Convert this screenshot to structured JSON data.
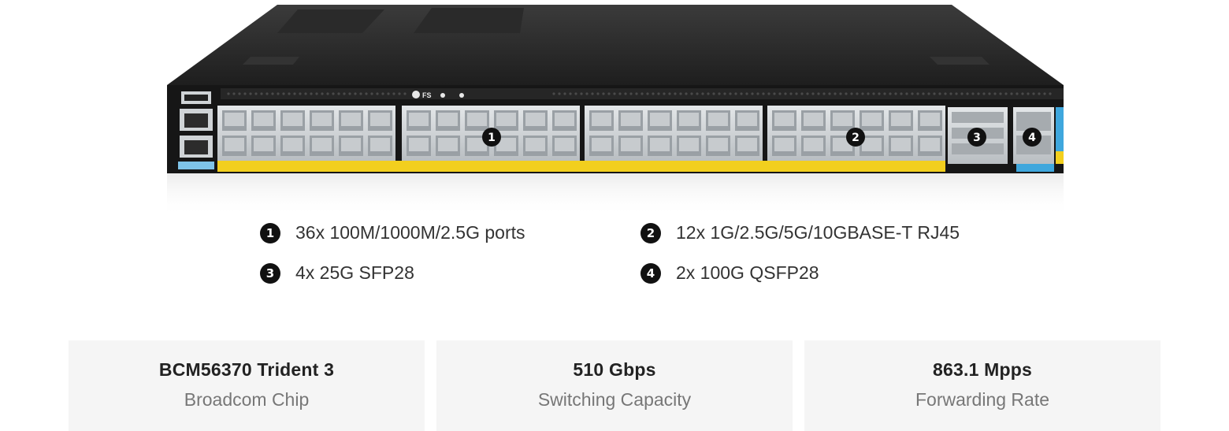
{
  "features": [
    {
      "badge": "1",
      "text": "36x 100M/1000M/2.5G ports"
    },
    {
      "badge": "2",
      "text": "12x 1G/2.5G/5G/10GBASE-T RJ45"
    },
    {
      "badge": "3",
      "text": "4x 25G SFP28"
    },
    {
      "badge": "4",
      "text": "2x 100G QSFP28"
    }
  ],
  "specs": [
    {
      "value": "BCM56370 Trident 3",
      "label": "Broadcom Chip"
    },
    {
      "value": "510 Gbps",
      "label": "Switching Capacity"
    },
    {
      "value": "863.1 Mpps",
      "label": "Forwarding Rate"
    }
  ],
  "device": {
    "brand_mark": "FS",
    "callouts": [
      "1",
      "2",
      "3",
      "4"
    ]
  },
  "colors": {
    "chassis": "#1c1c1c",
    "port_panel": "#cfd3d6",
    "label_strip": "#f2cf1e",
    "accent_blue": "#3fa7dd"
  }
}
